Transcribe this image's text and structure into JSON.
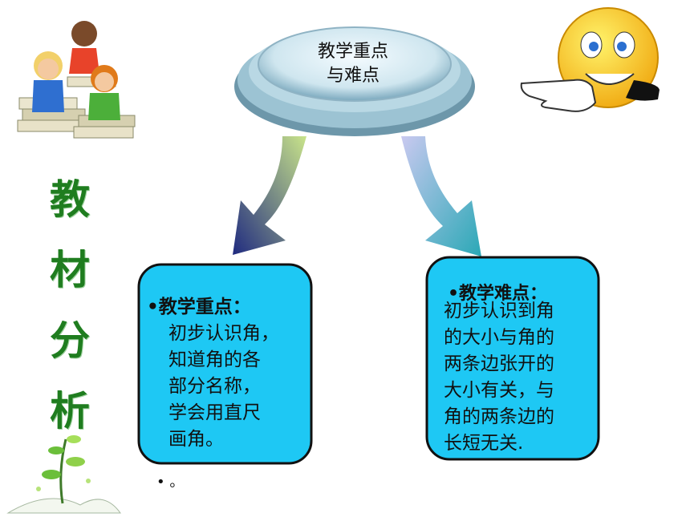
{
  "vertical_title": [
    "教",
    "材",
    "分",
    "析"
  ],
  "oval": {
    "line1": "教学重点",
    "line2": "与难点"
  },
  "left_box": {
    "heading": "•教学重点：",
    "lines": [
      "初步认识角，",
      "知道角的各",
      "部分名称，",
      "学会用直尺",
      "画角。"
    ]
  },
  "right_box": {
    "heading": "•教学难点：",
    "lines": [
      "初步认识到角",
      "的大小与角的",
      "两条边张开的",
      "大小有关，与",
      "角的两条边的",
      "长短无关."
    ]
  },
  "footnote": "• 。",
  "colors": {
    "box_fill": "#1ec8f4",
    "title_green": "#1f7d1f",
    "smiley_yellow": "#f7c51e"
  },
  "icons": [
    "kids-on-books-icon",
    "smiley-pointing-hand-icon",
    "sprout-book-icon"
  ]
}
